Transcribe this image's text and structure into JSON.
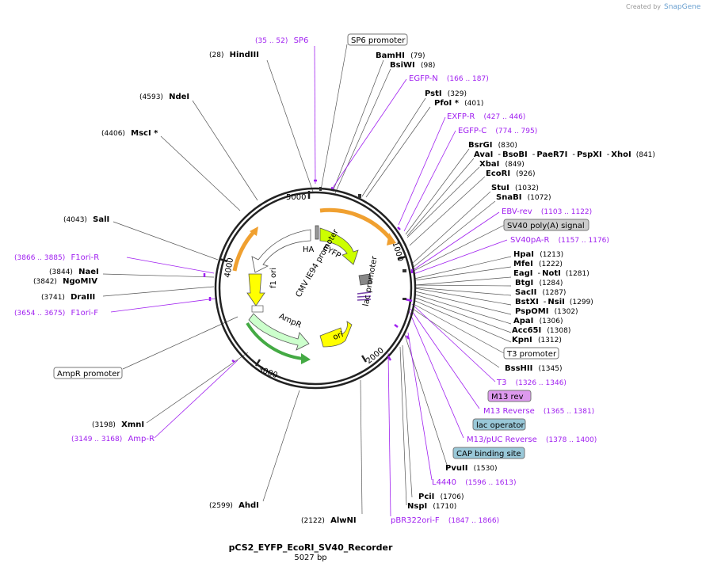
{
  "watermark": {
    "created_by": "Created by",
    "brand": "SnapGene"
  },
  "plasmid": {
    "name": "pCS2_EYFP_EcoRI_SV40_Recorder",
    "length": "5027 bp"
  },
  "ruler": {
    "t1000": "1000",
    "t2000": "2000",
    "t3000": "3000",
    "t4000": "4000",
    "t5000": "5000"
  },
  "features": {
    "ha": "HA",
    "eyfp": "EYFP",
    "cmv": "CMV IE94 promoter",
    "f1ori": "f1 ori",
    "lac_promoter": "lac promoter",
    "ampr": "AmpR",
    "ori": "ori"
  },
  "labels": {
    "hindiii": {
      "pos": "(28)",
      "name": "HindIII"
    },
    "ndei": {
      "pos": "(4593)",
      "name": "NdeI"
    },
    "msci": {
      "pos": "(4406)",
      "name": "MscI *"
    },
    "sali": {
      "pos": "(4043)",
      "name": "SalI"
    },
    "naei": {
      "pos": "(3844)",
      "name": "NaeI"
    },
    "ngomiv": {
      "pos": "(3842)",
      "name": "NgoMIV"
    },
    "draiii": {
      "pos": "(3741)",
      "name": "DraIII"
    },
    "xmni": {
      "pos": "(3198)",
      "name": "XmnI"
    },
    "ahdi": {
      "pos": "(2599)",
      "name": "AhdI"
    },
    "alwni": {
      "pos": "(2122)",
      "name": "AlwNI"
    },
    "bamhi": {
      "name": "BamHI",
      "pos": "(79)"
    },
    "bsiwi": {
      "name": "BsiWI",
      "pos": "(98)"
    },
    "psti": {
      "name": "PstI",
      "pos": "(329)"
    },
    "pfoi": {
      "name": "PfoI *",
      "pos": "(401)"
    },
    "bsrgi": {
      "name": "BsrGI",
      "pos": "(830)"
    },
    "avai_line": {
      "a": "AvaI",
      "b": "BsoBI",
      "c": "PaeR7I",
      "d": "PspXI",
      "e": "XhoI",
      "pos": "(841)",
      "dash": "-"
    },
    "xbai": {
      "name": "XbaI",
      "pos": "(849)"
    },
    "ecori": {
      "name": "EcoRI",
      "pos": "(926)"
    },
    "stui": {
      "name": "StuI",
      "pos": "(1032)"
    },
    "snabi": {
      "name": "SnaBI",
      "pos": "(1072)"
    },
    "hpai": {
      "name": "HpaI",
      "pos": "(1213)"
    },
    "mfei": {
      "name": "MfeI",
      "pos": "(1222)"
    },
    "eagi": {
      "name": "EagI",
      "b": "NotI",
      "pos": "(1281)",
      "dash": "-"
    },
    "btgi": {
      "name": "BtgI",
      "pos": "(1284)"
    },
    "sacii": {
      "name": "SacII",
      "pos": "(1287)"
    },
    "bstxi": {
      "name": "BstXI",
      "b": "NsiI",
      "pos": "(1299)",
      "dash": "-"
    },
    "pspomi": {
      "name": "PspOMI",
      "pos": "(1302)"
    },
    "apai": {
      "name": "ApaI",
      "pos": "(1306)"
    },
    "acc65i": {
      "name": "Acc65I",
      "pos": "(1308)"
    },
    "kpni": {
      "name": "KpnI",
      "pos": "(1312)"
    },
    "bsshii": {
      "name": "BssHII",
      "pos": "(1345)"
    },
    "pvuii": {
      "name": "PvuII",
      "pos": "(1530)"
    },
    "pcii": {
      "name": "PciI",
      "pos": "(1706)"
    },
    "nspi": {
      "name": "NspI",
      "pos": "(1710)"
    }
  },
  "primers": {
    "sp6": {
      "pos": "(35 .. 52)",
      "name": "SP6"
    },
    "egfpn": {
      "name": "EGFP-N",
      "pos": "(166 .. 187)"
    },
    "exfpr": {
      "name": "EXFP-R",
      "pos": "(427 .. 446)"
    },
    "egfpc": {
      "name": "EGFP-C",
      "pos": "(774 .. 795)"
    },
    "ebvrev": {
      "name": "EBV-rev",
      "pos": "(1103 .. 1122)"
    },
    "sv40par": {
      "name": "SV40pA-R",
      "pos": "(1157 .. 1176)"
    },
    "t3": {
      "name": "T3",
      "pos": "(1326 .. 1346)"
    },
    "m13reverse": {
      "name": "M13 Reverse",
      "pos": "(1365 .. 1381)"
    },
    "m13puc": {
      "name": "M13/pUC Reverse",
      "pos": "(1378 .. 1400)"
    },
    "l4440": {
      "name": "L4440",
      "pos": "(1596 .. 1613)"
    },
    "pbr322": {
      "name": "pBR322ori-F",
      "pos": "(1847 .. 1866)"
    },
    "f1orir": {
      "pos": "(3866 .. 3885)",
      "name": "F1ori-R"
    },
    "f1orif": {
      "pos": "(3654 .. 3675)",
      "name": "F1ori-F"
    },
    "ampr": {
      "pos": "(3149 .. 3168)",
      "name": "Amp-R"
    }
  },
  "boxes": {
    "sp6_promoter": "SP6 promoter",
    "sv40": "SV40 poly(A) signal",
    "t3_promoter": "T3 promoter",
    "m13rev": "M13 rev",
    "lac_operator": "lac operator",
    "cap": "CAP binding site",
    "ampr_promoter": "AmpR promoter"
  },
  "colors": {
    "backbone": "#222222",
    "primer": "#a020f0",
    "eyfp": "#ccff00",
    "ori_fill": "#ffff00",
    "ampr_fill": "#ccffcc",
    "orange_feature": "#f0a030",
    "box_grey": "#cccccc",
    "box_purple": "#dd99ee",
    "box_teal": "#99c8d8"
  },
  "logo_text": "SnapGene"
}
